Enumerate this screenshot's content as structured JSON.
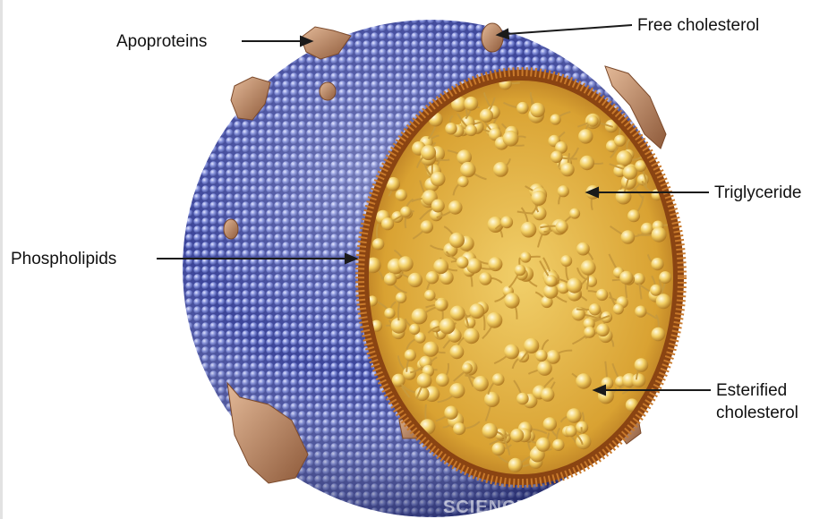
{
  "labels": {
    "apoproteins": "Apoproteins",
    "free_cholesterol": "Free cholesterol",
    "triglyceride": "Triglyceride",
    "phospholipids": "Phospholipids",
    "esterified_cholesterol": "Esterified cholesterol"
  },
  "watermark": "SCIENCEP",
  "colors": {
    "shell": "#5b68c2",
    "shell_dark": "#2c3480",
    "shell_light": "#b3bbef",
    "membrane": "#a95a1c",
    "core": "#e9b940",
    "core_light": "#fff3b8",
    "apoprotein": "#c08a62",
    "label_text": "#111111"
  }
}
